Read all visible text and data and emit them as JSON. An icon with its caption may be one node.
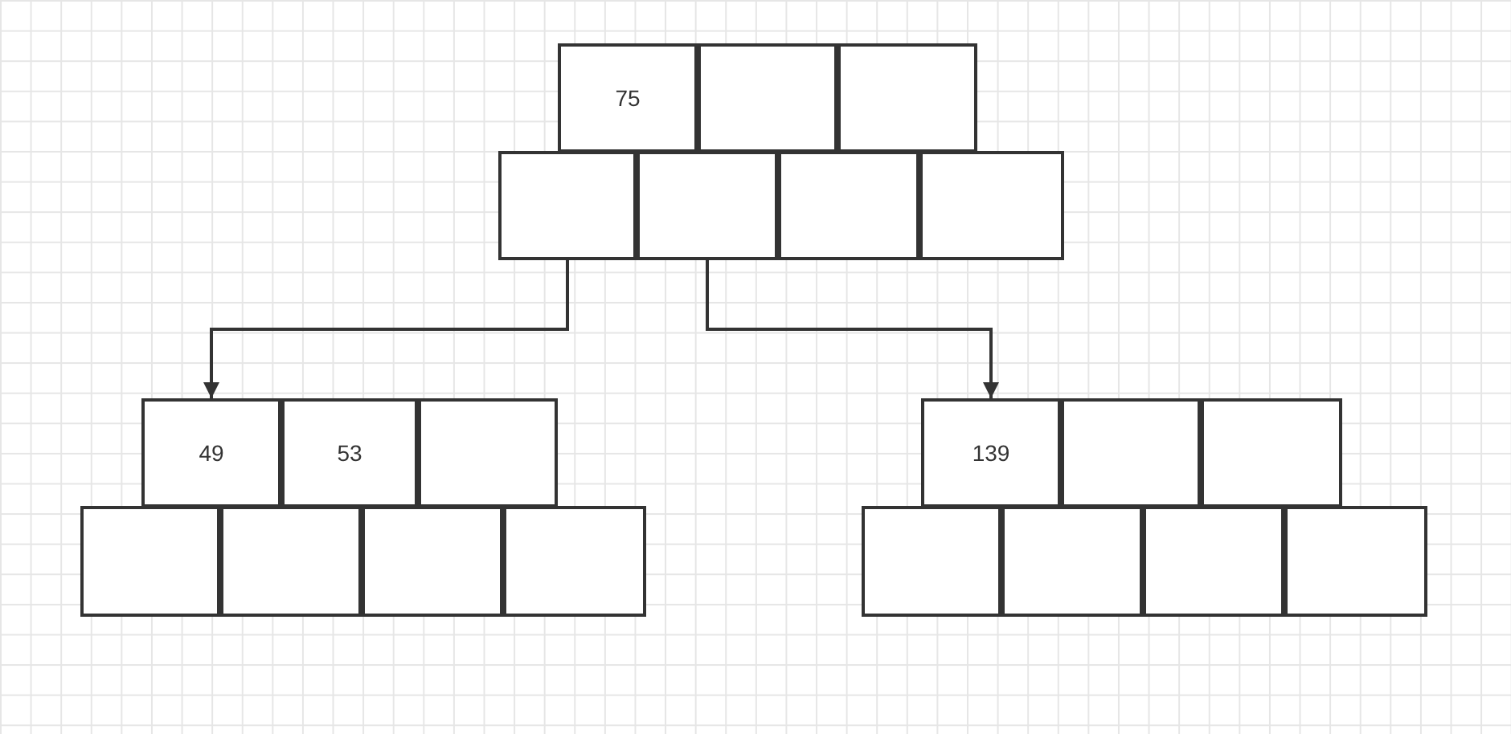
{
  "diagram": {
    "nodes": [
      {
        "text": [
          "75"
        ]
      },
      {
        "text": [],
        "shape": "box"
      },
      {
        "text": [],
        "shape": "box"
      },
      {
        "text": [],
        "shape": "box"
      },
      {
        "text": [],
        "shape": "box"
      },
      {
        "text": [],
        "shape": "box"
      },
      {
        "text": [],
        "shape": "box"
      },
      {
        "text": [
          "49"
        ]
      },
      {
        "text": [
          "53"
        ]
      },
      {
        "text": [],
        "shape": "box"
      },
      {
        "text": [],
        "shape": "box"
      },
      {
        "text": [],
        "shape": "box"
      },
      {
        "text": [],
        "shape": "box"
      },
      {
        "text": [],
        "shape": "box"
      },
      {
        "text": [
          "139"
        ]
      },
      {
        "text": [],
        "shape": "box"
      },
      {
        "text": [],
        "shape": "box"
      },
      {
        "text": [],
        "shape": "box"
      },
      {
        "text": [],
        "shape": "box"
      },
      {
        "text": [],
        "shape": "box"
      },
      {
        "text": [],
        "shape": "box"
      }
    ],
    "edges": [
      {
        "from": 3,
        "to": 7,
        "arrow": "to"
      },
      {
        "from": 4,
        "to": 14,
        "arrow": "to"
      }
    ]
  }
}
